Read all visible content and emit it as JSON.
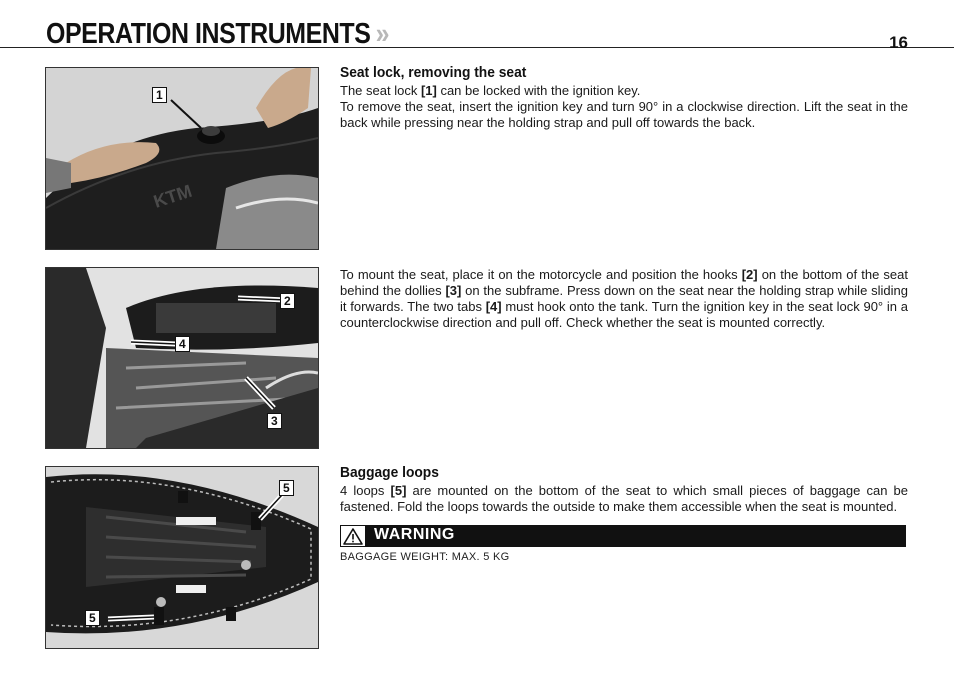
{
  "header": {
    "title": "OPERATION INSTRUMENTS",
    "chevron": "»",
    "page_number": "16"
  },
  "photos": [
    {
      "callouts": [
        "1"
      ]
    },
    {
      "callouts": [
        "2",
        "4",
        "3"
      ]
    },
    {
      "callouts": [
        "5",
        "5"
      ]
    }
  ],
  "section1": {
    "heading": "Seat lock, removing the seat",
    "p1": [
      "The seat lock ",
      "[1]",
      " can be locked with the ignition key."
    ],
    "p2": "To remove the seat, insert the ignition key and turn 90° in a clockwise direction. Lift the seat in the back while pressing near the holding strap and pull off towards the back."
  },
  "section2": {
    "p1": [
      "To mount the seat, place it on the motorcycle and position the hooks ",
      "[2]",
      " on the bottom of the seat behind the dollies ",
      "[3]",
      " on the subframe. Press down on the seat near the holding strap while sliding it forwards. The two tabs ",
      "[4]",
      " must hook onto the tank. Turn the ignition key in the seat lock 90° in a counterclockwise direction and pull off. Check whether the seat is mounted correctly."
    ]
  },
  "section3": {
    "heading": "Baggage loops",
    "p1": [
      "4 loops ",
      "[5]",
      " are mounted on the bottom of the seat to which small pieces of baggage can be fastened. Fold the loops towards the outside to make them accessible when the seat is mounted."
    ]
  },
  "warning": {
    "label": "WARNING",
    "text": "BAGGAGE WEIGHT: MAX. 5 KG",
    "icon": "warning-triangle-icon"
  }
}
